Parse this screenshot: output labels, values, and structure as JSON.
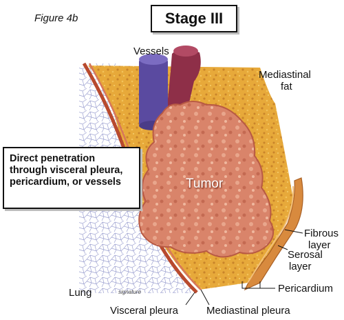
{
  "figure_label": "Figure 4b",
  "stage_title": "Stage III",
  "callout_text": "Direct penetration through visceral pleura, pericardium, or vessels",
  "labels": {
    "vessels": "Vessels",
    "mediastinal_fat_1": "Mediastinal",
    "mediastinal_fat_2": "fat",
    "tumor": "Tumor",
    "fibrous_1": "Fibrous",
    "fibrous_2": "layer",
    "serosal_1": "Serosal",
    "serosal_2": "layer",
    "pericardium": "Pericardium",
    "lung": "Lung",
    "visceral_pleura": "Visceral pleura",
    "mediastinal_pleura": "Mediastinal pleura"
  },
  "signature": "signature",
  "colors": {
    "fat": "#e7a93a",
    "fat_spot": "#c9842a",
    "tumor": "#d9846a",
    "tumor_dark": "#b85a44",
    "pleura": "#b84a2e",
    "vessel_blue": "#5a4aa0",
    "vessel_red": "#8e2f48",
    "lung_line": "#8a8fc8",
    "pericardium": "#d88a3e"
  }
}
